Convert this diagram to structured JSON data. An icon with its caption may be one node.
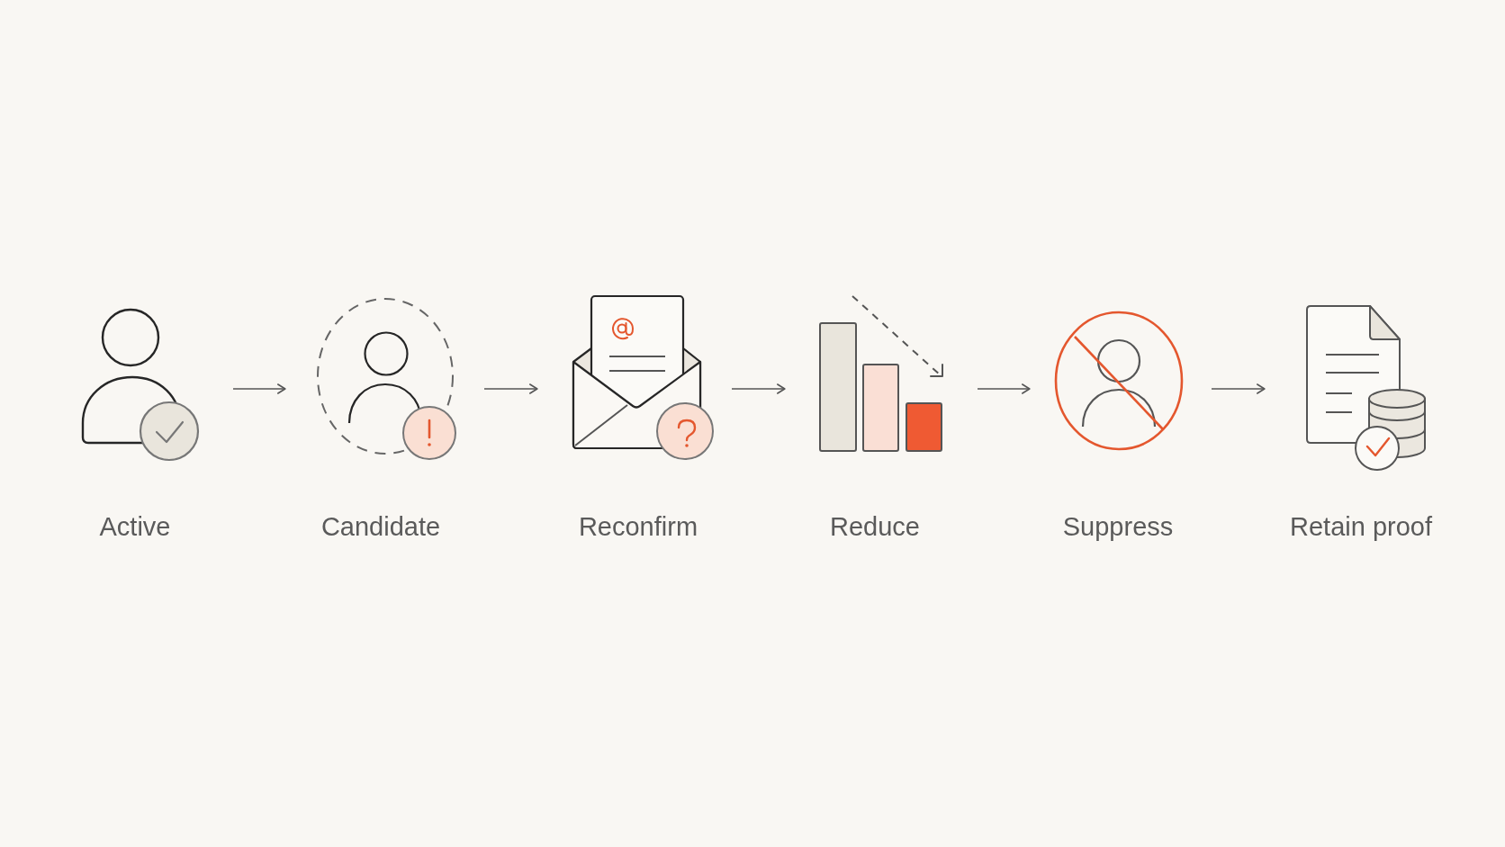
{
  "diagram": {
    "nodes": [
      {
        "text": [
          "Active"
        ]
      },
      {
        "text": [
          "Candidate"
        ]
      },
      {
        "text": [
          "Reconfirm"
        ]
      },
      {
        "text": [
          "Reduce"
        ]
      },
      {
        "text": [
          "Suppress"
        ]
      },
      {
        "text": [
          "Retain proof"
        ]
      }
    ],
    "edges": [
      {
        "from": 0,
        "to": 1,
        "arrow": "to"
      },
      {
        "from": 1,
        "to": 2,
        "arrow": "to"
      },
      {
        "from": 2,
        "to": 3,
        "arrow": "to"
      },
      {
        "from": 3,
        "to": 4,
        "arrow": "to"
      },
      {
        "from": 4,
        "to": 5,
        "arrow": "to"
      }
    ]
  }
}
